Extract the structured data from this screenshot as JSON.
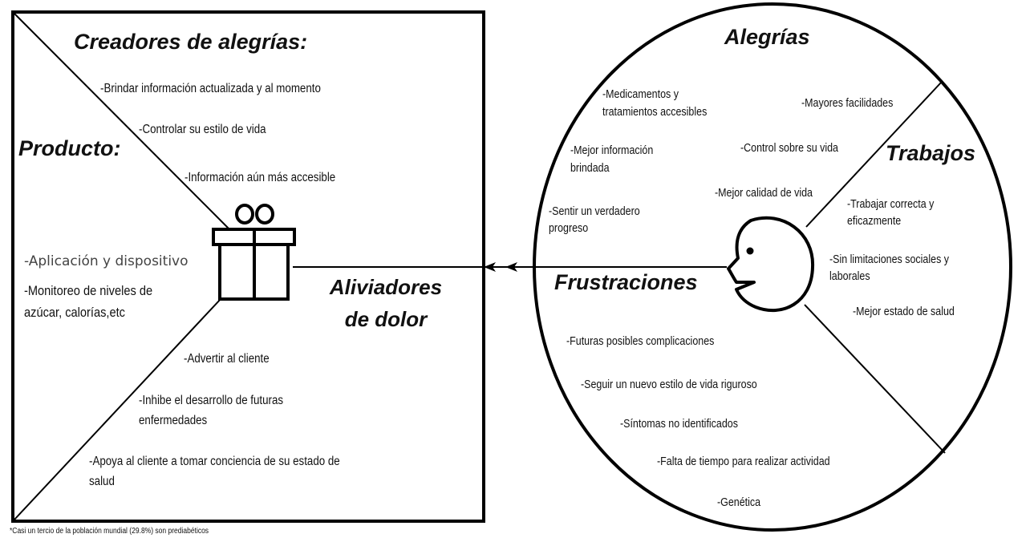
{
  "product_box": {
    "gain_creators_title": "Creadores de alegrías:",
    "gain_creators": [
      "-Brindar información actualizada y al momento",
      "-Controlar su estilo de vida",
      "-Información aún más accesible"
    ],
    "product_title": "Producto:",
    "products": [
      "-Aplicación y dispositivo",
      "-Monitoreo de niveles de",
      "azúcar, calorías,etc"
    ],
    "pain_relievers_title_line1": "Aliviadores",
    "pain_relievers_title_line2": "de dolor",
    "pain_relievers": [
      "-Advertir al cliente",
      "-Inhibe el desarrollo de futuras",
      "enfermedades",
      "-Apoya al cliente a tomar conciencia de su estado de",
      "salud"
    ]
  },
  "customer_circle": {
    "gains_title": "Alegrías",
    "gains": [
      "-Medicamentos y",
      "tratamientos accesibles",
      "-Mayores facilidades",
      "-Mejor información",
      "brindada",
      "-Control sobre su vida",
      "-Mejor calidad de vida",
      "-Sentir un verdadero",
      "progreso"
    ],
    "jobs_title": "Trabajos",
    "jobs": [
      "-Trabajar correcta y",
      "eficazmente",
      "-Sin limitaciones sociales y",
      "laborales",
      "-Mejor estado de salud"
    ],
    "pains_title": "Frustraciones",
    "pains": [
      "-Futuras posibles complicaciones",
      "-Seguir un nuevo estilo de vida riguroso",
      "-Síntomas no identificados",
      "-Falta de tiempo para realizar actividad",
      "-Genética"
    ]
  },
  "footnote": "*Casi un tercio de la población mundial (29.8%) son prediabéticos",
  "icons": [
    "gift-icon",
    "face-icon",
    "double-arrow-icon"
  ]
}
